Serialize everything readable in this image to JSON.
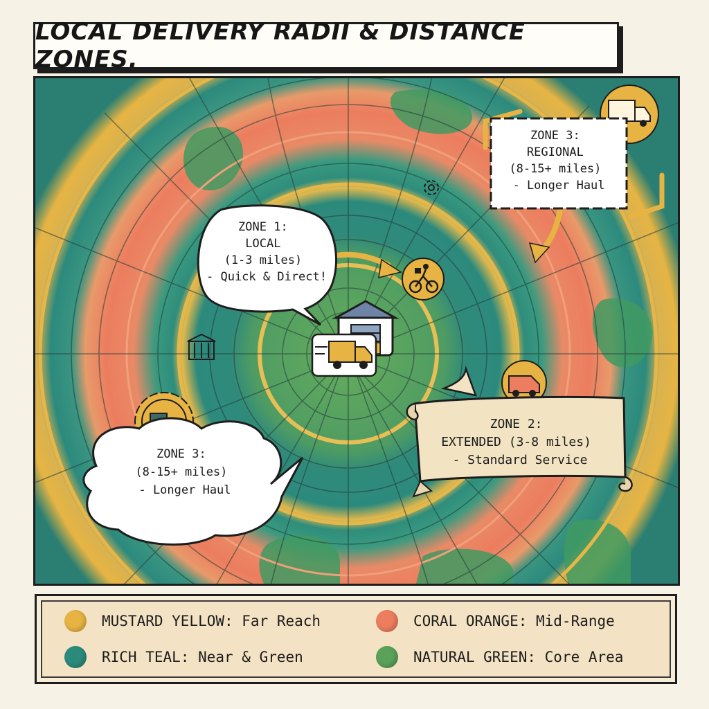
{
  "title": "LOCAL DELIVERY RADII & DISTANCE ZONES.",
  "colors": {
    "mustard": "#e7b443",
    "coral": "#ec7d5f",
    "teal": "#2c8a7d",
    "green": "#5aa15a",
    "ink": "#1d1d1d",
    "parchment": "#f2e3c3"
  },
  "callouts": {
    "zone1": {
      "lines": [
        "ZONE 1:",
        "LOCAL",
        "(1-3 miles)",
        "- Quick & Direct!"
      ]
    },
    "zone2": {
      "lines": [
        "ZONE 2:",
        "EXTENDED (3-8 miles)",
        "- Standard Service"
      ]
    },
    "zone3_regional": {
      "lines": [
        "ZONE 3:",
        "REGIONAL",
        "(8-15+ miles)",
        "- Longer Haul"
      ]
    },
    "zone3_left": {
      "lines": [
        "ZONE 3:",
        "(8-15+ miles)",
        "- Longer Haul"
      ]
    }
  },
  "icons": [
    "warehouse-icon",
    "delivery-truck-icon",
    "bicycle-courier-icon",
    "van-icon",
    "box-truck-icon",
    "gear-truck-icon",
    "small-gear-icon",
    "civic-building-icon"
  ],
  "legend": [
    {
      "color": "#e7b443",
      "label": "MUSTARD YELLOW: Far Reach"
    },
    {
      "color": "#ec7d5f",
      "label": "CORAL ORANGE: Mid-Range"
    },
    {
      "color": "#2c8a7d",
      "label": "RICH TEAL: Near & Green"
    },
    {
      "color": "#5aa15a",
      "label": "NATURAL GREEN: Core Area"
    }
  ]
}
